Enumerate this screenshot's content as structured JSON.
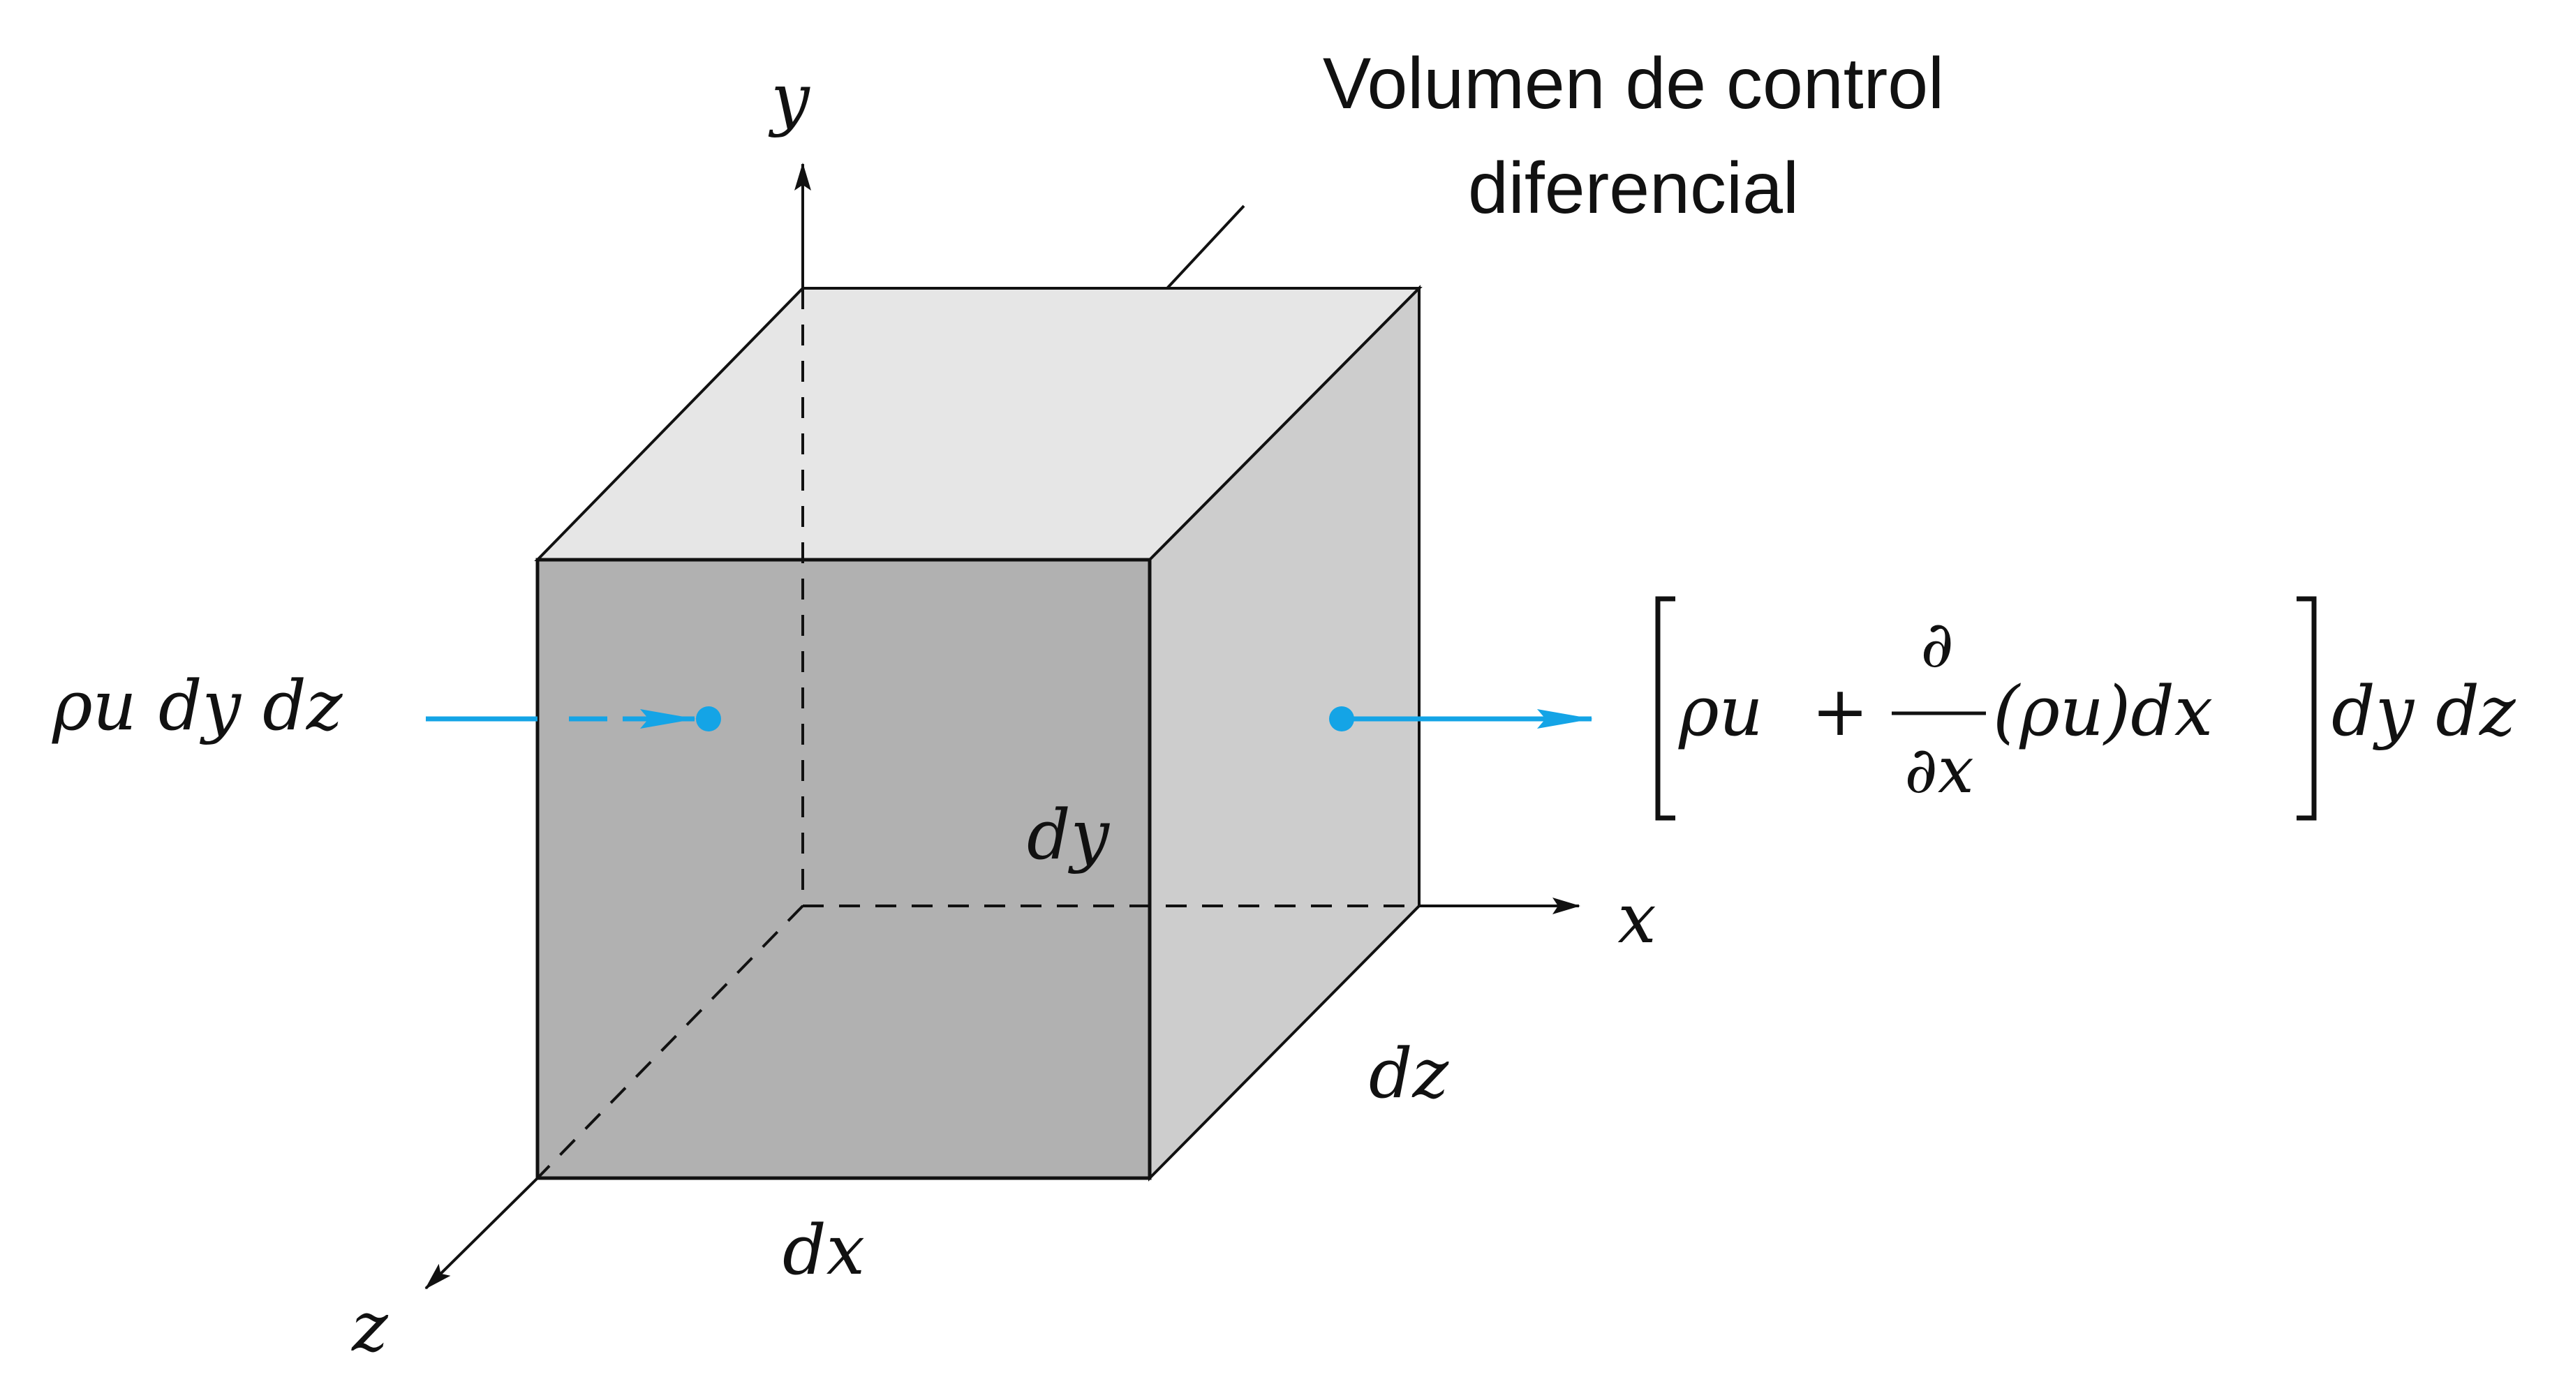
{
  "annotation": {
    "line1": "Volumen de control",
    "line2": "diferencial"
  },
  "axes": {
    "x": "x",
    "y": "y",
    "z": "z"
  },
  "dimensions": {
    "dx": "dx",
    "dy": "dy",
    "dz": "dz"
  },
  "inflow": {
    "expression": "ρu dy dz"
  },
  "outflow": {
    "rho_u": "ρu",
    "plus": "+",
    "partial": "∂",
    "partial_x": "∂x",
    "term": "(ρu)dx",
    "trailing": "dy dz"
  },
  "colors": {
    "front_face": "#b1b1b1",
    "top_face": "#e6e6e6",
    "side_face": "#cdcdcd",
    "arrow": "#14a4e6",
    "line": "#111111"
  }
}
